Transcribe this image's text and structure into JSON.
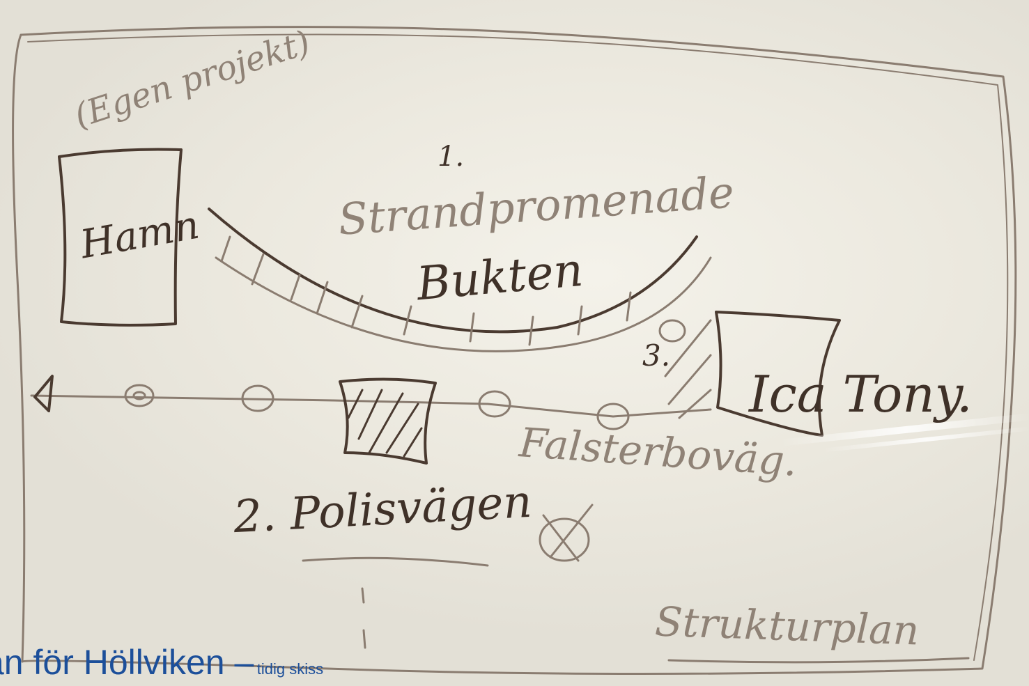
{
  "photo": {
    "board_label": "whiteboard-sketch",
    "labels": {
      "bracket_note": "(Egen projekt)",
      "number_one": "1.",
      "strandpromenad": "Strandpromenade",
      "hamn": "Hamn",
      "bukten": "Bukten",
      "number_three": "3.",
      "ica_tony": "Ica Tony.",
      "falsterbovag": "Falsterboväg.",
      "polisvagen": "2. Polisvägen",
      "strukturplan": "Strukturplan"
    }
  },
  "caption": {
    "main": "an för Höllviken –",
    "sub": "tidig skiss"
  },
  "colors": {
    "ink": "#4a3a30",
    "caption": "#1c4f9a",
    "board": "#ece9df"
  }
}
